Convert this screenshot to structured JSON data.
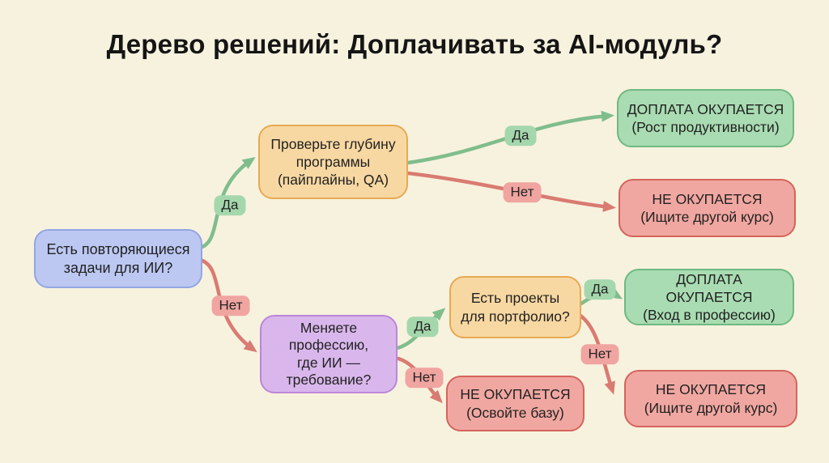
{
  "title": "Дерево решений: Доплачивать за AI-модуль?",
  "nodes": {
    "root": {
      "label": "Есть повторяющиеся\nзадачи для ИИ?",
      "type": "question",
      "color": "blue"
    },
    "program_depth": {
      "label": "Проверьте глубину\nпрограммы\n(пайплайны, QA)",
      "type": "question",
      "color": "orange"
    },
    "payoff_productivity": {
      "label": "ДОПЛАТА ОКУПАЕТСЯ\n(Рост продуктивности)",
      "type": "outcome-positive",
      "color": "green"
    },
    "not_payoff_top": {
      "label": "НЕ ОКУПАЕТСЯ\n(Ищите другой курс)",
      "type": "outcome-negative",
      "color": "red"
    },
    "career_change": {
      "label": "Меняете\nпрофессию,\nгде ИИ —\nтребование?",
      "type": "question",
      "color": "purple"
    },
    "portfolio": {
      "label": "Есть проекты\nдля портфолио?",
      "type": "question",
      "color": "orange"
    },
    "payoff_profession": {
      "label": "ДОПЛАТА ОКУПАЕТСЯ\n(Вход в профессию)",
      "type": "outcome-positive",
      "color": "green"
    },
    "not_payoff_bottom": {
      "label": "НЕ ОКУПАЕТСЯ\n(Ищите другой курс)",
      "type": "outcome-negative",
      "color": "red"
    },
    "not_payoff_basics": {
      "label": "НЕ ОКУПАЕТСЯ\n(Освойте базу)",
      "type": "outcome-negative",
      "color": "red"
    }
  },
  "edges": [
    {
      "from": "root",
      "to": "program_depth",
      "label": "Да",
      "color": "green"
    },
    {
      "from": "root",
      "to": "career_change",
      "label": "Нет",
      "color": "red"
    },
    {
      "from": "program_depth",
      "to": "payoff_productivity",
      "label": "Да",
      "color": "green"
    },
    {
      "from": "program_depth",
      "to": "not_payoff_top",
      "label": "Нет",
      "color": "red"
    },
    {
      "from": "career_change",
      "to": "portfolio",
      "label": "Да",
      "color": "green"
    },
    {
      "from": "career_change",
      "to": "not_payoff_basics",
      "label": "Нет",
      "color": "red"
    },
    {
      "from": "portfolio",
      "to": "payoff_profession",
      "label": "Да",
      "color": "green"
    },
    {
      "from": "portfolio",
      "to": "not_payoff_bottom",
      "label": "Нет",
      "color": "red"
    }
  ],
  "colors": {
    "background": "#f7f2de",
    "title_text": "#151515",
    "node_blue_fill": "#bcc8f2",
    "node_blue_border": "#93a6e3",
    "node_orange_fill": "#f8d8a2",
    "node_orange_border": "#e7a953",
    "node_green_fill": "#a9dcb2",
    "node_green_border": "#6fb982",
    "node_red_fill": "#f1a7a1",
    "node_red_border": "#d4645c",
    "node_purple_fill": "#d9b7ec",
    "node_purple_border": "#bb86d8",
    "edge_green": "#80bd8d",
    "edge_red": "#d97b72",
    "badge_yes_fill": "#a5d7ad",
    "badge_no_fill": "#f0a5a1"
  }
}
